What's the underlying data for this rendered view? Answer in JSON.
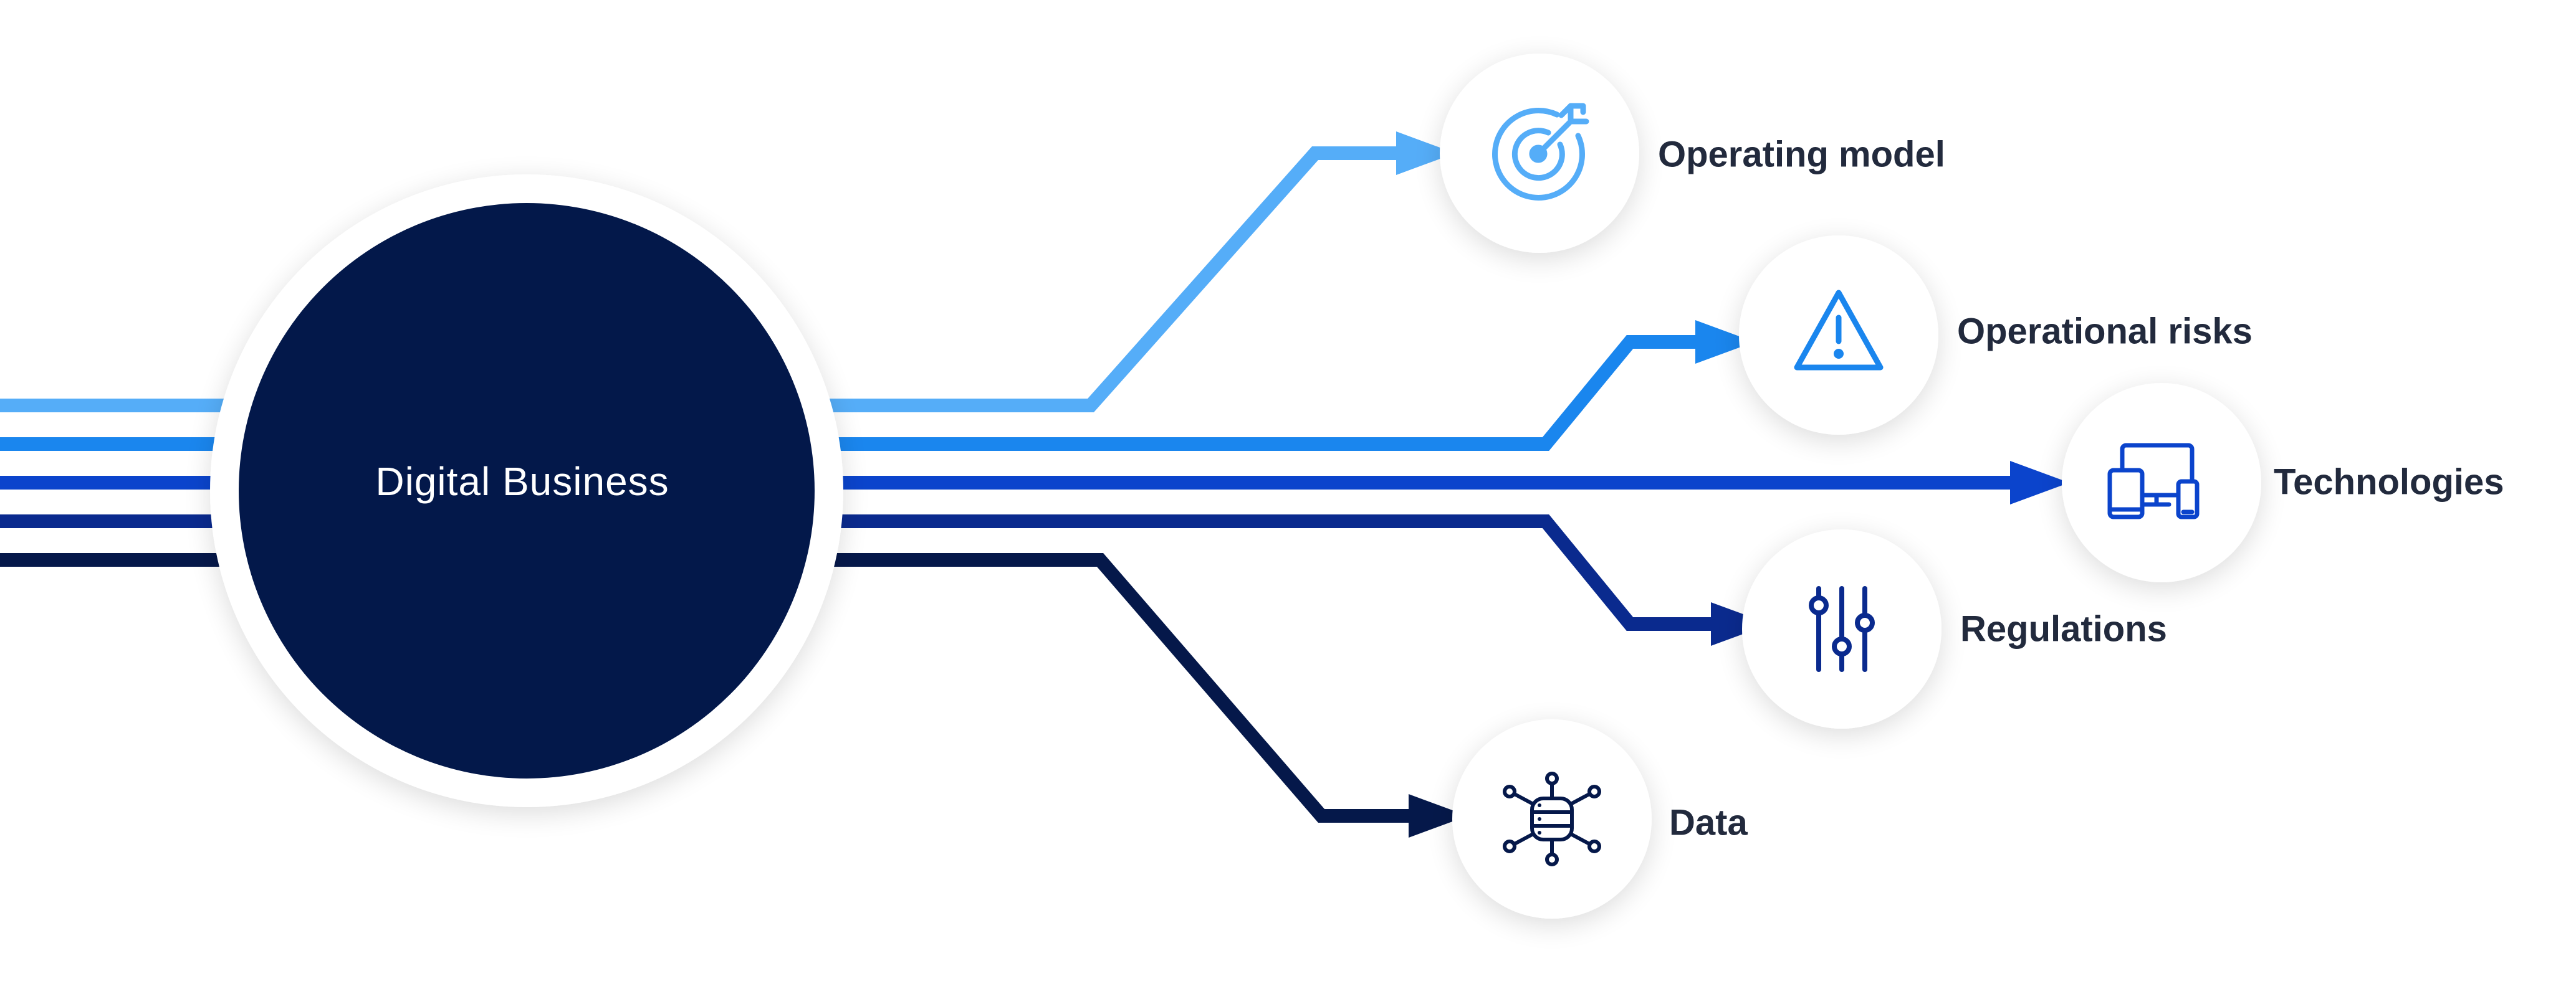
{
  "center": {
    "label": "Digital Business",
    "fill_color": "#03184a",
    "ring_color": "#ffffff"
  },
  "branches": [
    {
      "label": "Operating model",
      "icon": "target-icon",
      "color": "#55adf8"
    },
    {
      "label": "Operational risks",
      "icon": "warning-triangle-icon",
      "color": "#1a86ee"
    },
    {
      "label": "Technologies",
      "icon": "devices-icon",
      "color": "#0b44cc"
    },
    {
      "label": "Regulations",
      "icon": "sliders-icon",
      "color": "#0a2a8e"
    },
    {
      "label": "Data",
      "icon": "database-network-icon",
      "color": "#05184a"
    }
  ],
  "text_color": "#222a3d"
}
